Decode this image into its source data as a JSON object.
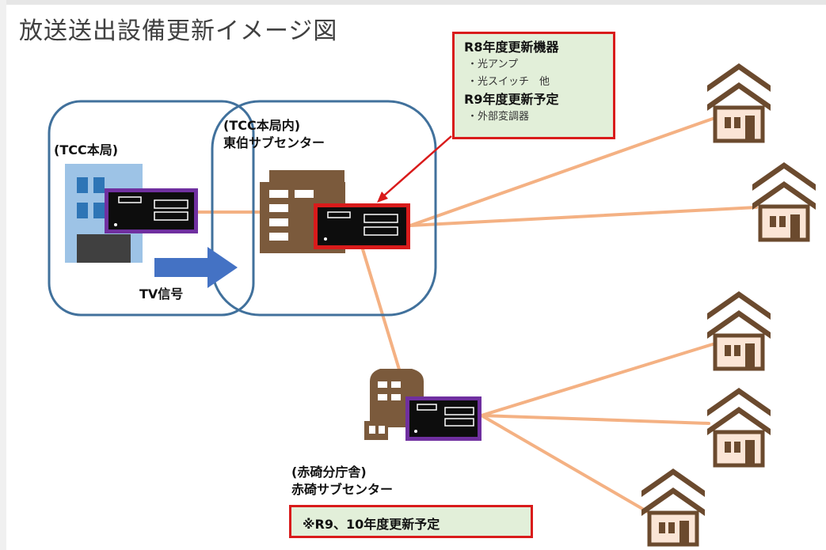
{
  "title": "放送送出設備更新イメージ図",
  "hq_label": "(TCC本局)",
  "sub1_label_line1": "(TCC本局内)",
  "sub1_label_line2": "東伯サブセンター",
  "signal_label": "TV信号",
  "info_box": {
    "heading1": "R8年度更新機器",
    "item1": "・光アンプ",
    "item2": "・光スイッチ　他",
    "heading2": "R9年度更新予定",
    "item3": "・外部変調器"
  },
  "sub2_label_line1": "(赤碕分庁舎)",
  "sub2_label_line2": "赤碕サブセンター",
  "note": "※R9、10年度更新予定",
  "colors": {
    "line": "#f4b183",
    "ring": "#41719c",
    "building_blue": "#9dc3e6",
    "building_brown": "#7b5a3c",
    "device_purple": "#7030a0",
    "highlight_red": "#d91b1b",
    "arrow_blue": "#4472c4",
    "house_brown": "#6b4a2e",
    "house_fill": "#fbe5d6",
    "note_fill": "#e2efd9"
  }
}
